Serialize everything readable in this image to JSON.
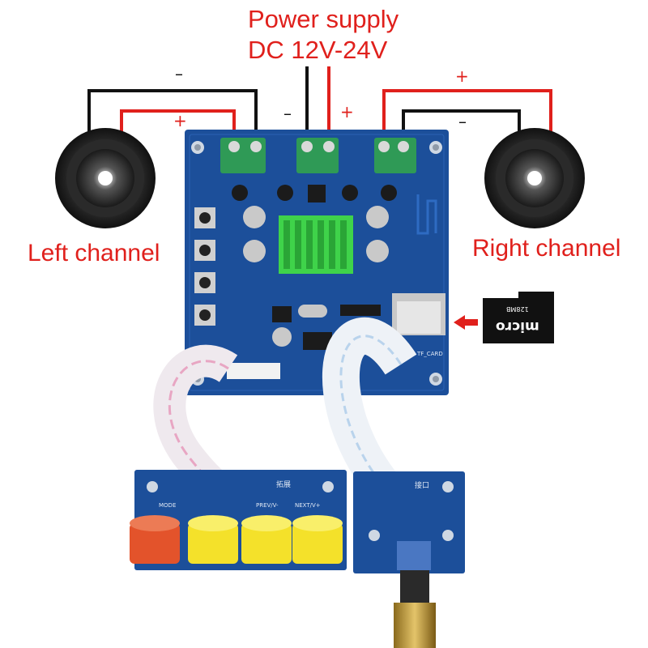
{
  "labels": {
    "power_supply": "Power supply",
    "voltage": "DC 12V-24V",
    "left_channel": "Left channel",
    "right_channel": "Right channel"
  },
  "signs": {
    "left_minus": "–",
    "left_plus": "+",
    "power_minus": "–",
    "power_plus": "+",
    "right_plus": "+",
    "right_minus": "–"
  },
  "board_silkscreen": {
    "tf_card": "TF_CARD",
    "mode": "MODE",
    "prev": "PREV/V-",
    "next": "NEXT/V+",
    "extension": "拓展",
    "port": "接口"
  },
  "sd_card": {
    "capacity": "128MB",
    "logo": "micro"
  },
  "colors": {
    "wire_positive": "#e0201c",
    "wire_negative": "#111111",
    "label_text": "#e0201c",
    "pcb": "#1c4f9a",
    "heatsink": "#3fd34a",
    "terminal": "#2f9a56",
    "button_mode": "#e3532b",
    "button_other": "#f4e12a"
  }
}
